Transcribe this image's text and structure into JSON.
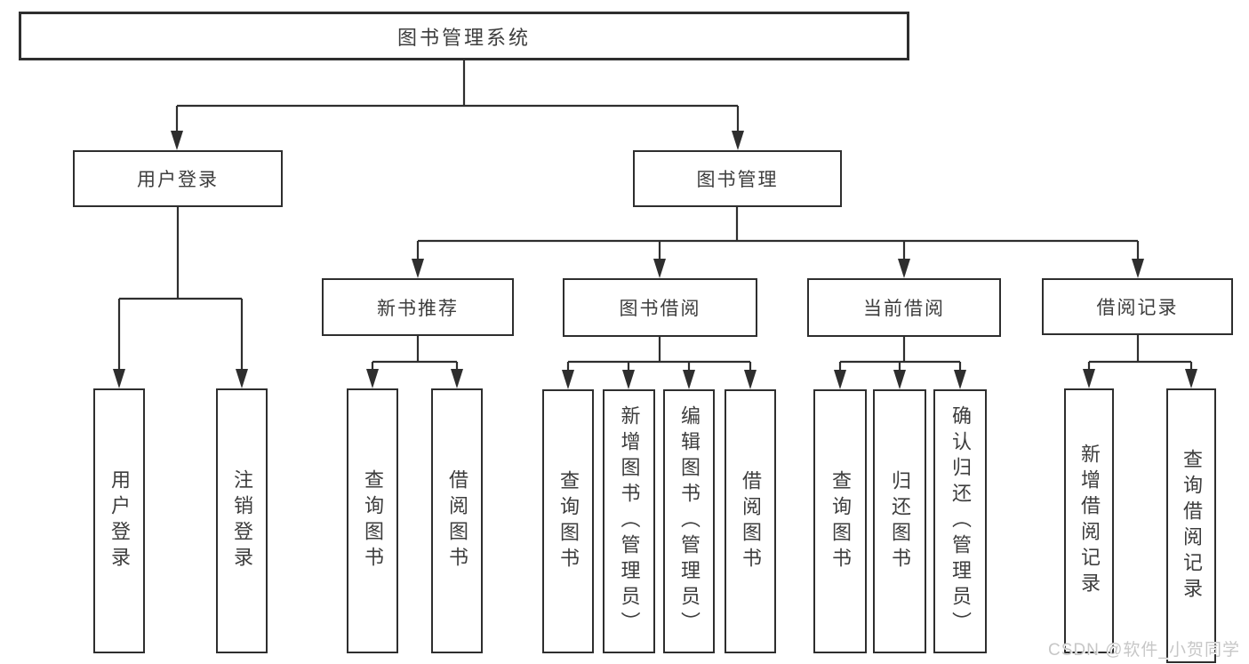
{
  "diagram": {
    "root": "图书管理系统",
    "level2": [
      "用户登录",
      "图书管理"
    ],
    "level3": [
      "新书推荐",
      "图书借阅",
      "当前借阅",
      "借阅记录"
    ],
    "leaves": {
      "user_login": [
        "用户登录",
        "注销登录"
      ],
      "new_book_recommend": [
        "查询图书",
        "借阅图书"
      ],
      "book_borrow": [
        "查询图书",
        "新增图书（管理员）",
        "编辑图书（管理员）",
        "借阅图书"
      ],
      "current_borrow": [
        "查询图书",
        "归还图书",
        "确认归还（管理员）"
      ],
      "borrow_records": [
        "新增借阅记录",
        "查询借阅记录"
      ]
    }
  },
  "watermark": {
    "text": "CSDN @软件_小贺同学"
  },
  "colors": {
    "line": "#2e2e2e",
    "text": "#3d3d3d",
    "background": "#ffffff",
    "watermark": "#c7c7c7"
  }
}
